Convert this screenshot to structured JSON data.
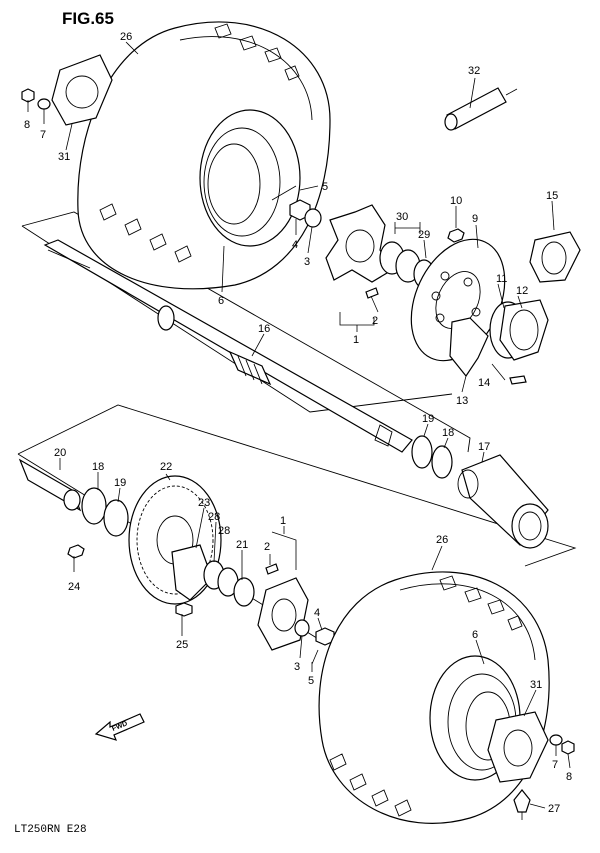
{
  "figure": {
    "title": "FIG.65",
    "model_code": "LT250RN  E28",
    "fwd_label": "FWD"
  },
  "callouts": [
    "1",
    "2",
    "3",
    "4",
    "5",
    "6",
    "7",
    "8",
    "9",
    "10",
    "11",
    "12",
    "13",
    "14",
    "15",
    "16",
    "17",
    "18",
    "19",
    "20",
    "21",
    "22",
    "23",
    "24",
    "25",
    "26",
    "27",
    "28",
    "29",
    "30",
    "31",
    "32"
  ],
  "callout_list": [
    {
      "id": "26",
      "text": "26"
    },
    {
      "id": "8",
      "text": "8"
    },
    {
      "id": "7",
      "text": "7"
    },
    {
      "id": "31",
      "text": "31"
    },
    {
      "id": "32",
      "text": "32"
    },
    {
      "id": "5",
      "text": "5"
    },
    {
      "id": "4",
      "text": "4"
    },
    {
      "id": "3",
      "text": "3"
    },
    {
      "id": "6",
      "text": "6"
    },
    {
      "id": "30",
      "text": "30"
    },
    {
      "id": "29",
      "text": "29"
    },
    {
      "id": "10",
      "text": "10"
    },
    {
      "id": "9",
      "text": "9"
    },
    {
      "id": "15",
      "text": "15"
    },
    {
      "id": "11",
      "text": "11"
    },
    {
      "id": "12",
      "text": "12"
    },
    {
      "id": "2",
      "text": "2"
    },
    {
      "id": "1",
      "text": "1"
    },
    {
      "id": "14",
      "text": "14"
    },
    {
      "id": "13",
      "text": "13"
    },
    {
      "id": "16",
      "text": "16"
    },
    {
      "id": "19",
      "text": "19"
    },
    {
      "id": "18",
      "text": "18"
    },
    {
      "id": "17",
      "text": "17"
    },
    {
      "id": "20",
      "text": "20"
    },
    {
      "id": "22",
      "text": "22"
    },
    {
      "id": "23",
      "text": "23"
    },
    {
      "id": "28",
      "text": "28"
    },
    {
      "id": "21",
      "text": "21"
    },
    {
      "id": "24",
      "text": "24"
    },
    {
      "id": "25",
      "text": "25"
    },
    {
      "id": "27",
      "text": "27"
    }
  ]
}
